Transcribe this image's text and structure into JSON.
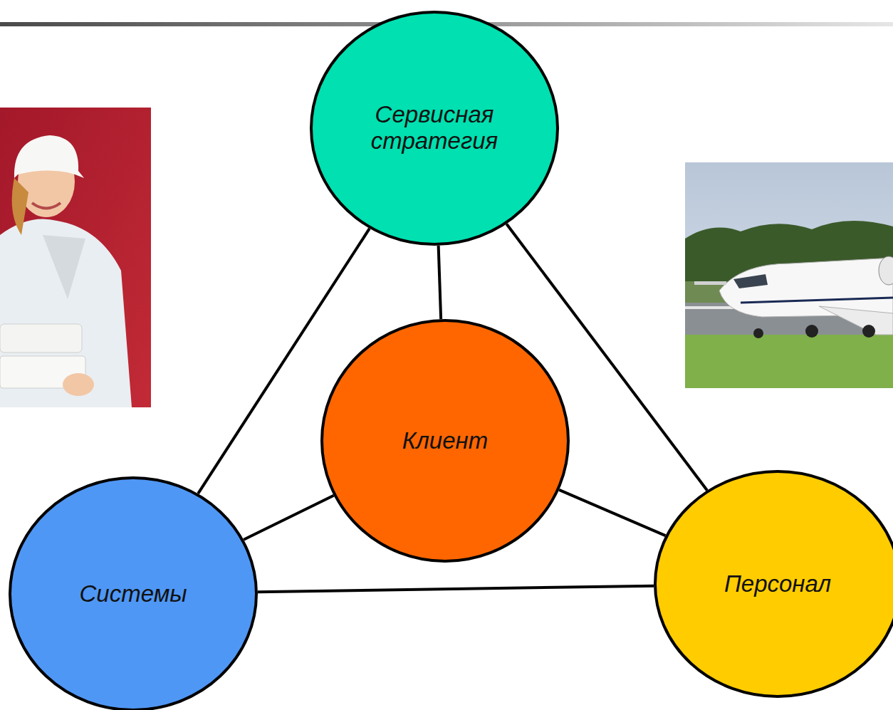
{
  "diagram": {
    "nodes": [
      {
        "text": [
          "Сервисная стратегия"
        ]
      },
      {
        "text": [
          "Клиент"
        ]
      },
      {
        "text": [
          "Системы"
        ]
      },
      {
        "text": [
          "Персонал"
        ]
      }
    ],
    "edges": [
      {
        "from": 0,
        "to": 1,
        "arrow": "none"
      },
      {
        "from": 0,
        "to": 2,
        "arrow": "none"
      },
      {
        "from": 0,
        "to": 3,
        "arrow": "none"
      },
      {
        "from": 1,
        "to": 2,
        "arrow": "none"
      },
      {
        "from": 1,
        "to": 3,
        "arrow": "none"
      },
      {
        "from": 2,
        "to": 3,
        "arrow": "none"
      }
    ]
  }
}
